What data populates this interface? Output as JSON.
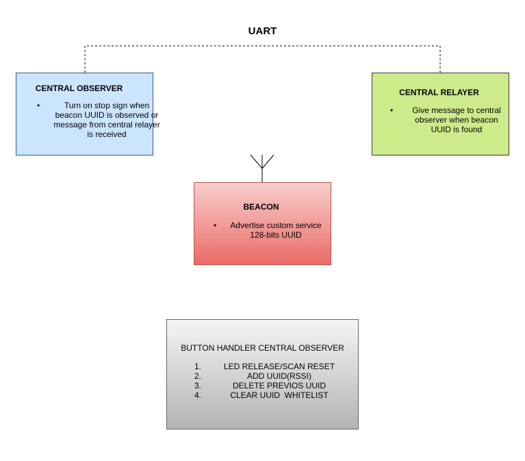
{
  "uart": {
    "label": "UART"
  },
  "nodes": {
    "central_observer": {
      "title": "CENTRAL OBSERVER",
      "bullets": [
        "Turn on stop sign when beacon UUID is observed or message from central relayer is received"
      ],
      "fill_color": "#cce5ff",
      "stroke_color": "#35587a"
    },
    "central_relayer": {
      "title": "CENTRAL RELAYER",
      "bullets": [
        "Give message to central observer when beacon UUID is found"
      ],
      "fill_color": "#cdeb8b",
      "stroke_color": "#36393d"
    },
    "beacon": {
      "title": "BEACON",
      "bullets": [
        "Advertise custom service 128-bits UUID"
      ],
      "fill_color": "#ea6b66",
      "stroke_color": "#b85450"
    },
    "button_handler": {
      "title": "BUTTON HANDLER CENTRAL OBSERVER",
      "items": [
        {
          "num": "1.",
          "text": "LED RELEASE/SCAN RESET"
        },
        {
          "num": "2.",
          "text": "ADD UUID(RSSI)"
        },
        {
          "num": "3.",
          "text": "DELETE PREVIOS UUID"
        },
        {
          "num": "4.",
          "text": "CLEAR UUID  WHITELIST"
        }
      ],
      "fill_color": "#b3b3b3",
      "stroke_color": "#666666"
    }
  },
  "edges": [
    {
      "from": "central_observer",
      "to": "central_relayer",
      "style": "dashed",
      "label": "UART"
    }
  ],
  "icons": {
    "beacon_antenna": "antenna-icon"
  }
}
